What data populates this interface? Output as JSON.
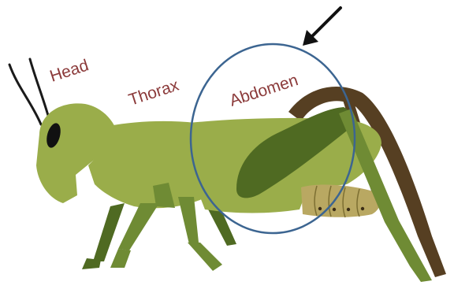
{
  "labels": {
    "head": "Head",
    "thorax": "Thorax",
    "abdomen": "Abdomen"
  },
  "colors": {
    "body": "#9aad4a",
    "body_dark": "#4f6a22",
    "hind_leg_dark": "#563f22",
    "abdomen_segments": "#b9a862",
    "outline_circle": "#3c6591",
    "label_text": "#8b3a3a",
    "arrow": "#111111"
  },
  "icons": {
    "arrow": "arrow-pointing-down-left-icon",
    "eye": "eye-icon"
  }
}
